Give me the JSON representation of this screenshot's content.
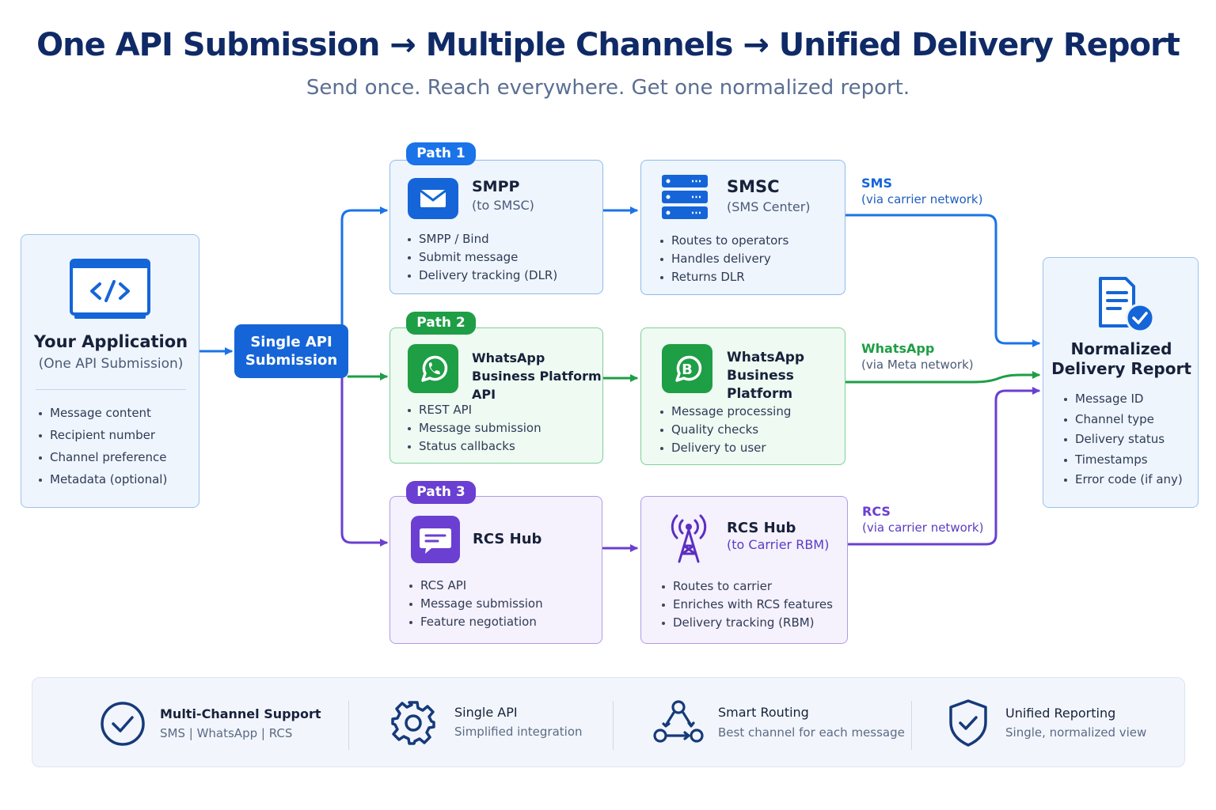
{
  "title": "One API Submission → Multiple Channels → Unified Delivery Report",
  "subtitle": "Send once. Reach everywhere. Get one normalized report.",
  "app": {
    "title": "Your Application",
    "subtitle": "(One API Submission)",
    "items": [
      "Message content",
      "Recipient number",
      "Channel preference",
      "Metadata (optional)"
    ],
    "icon": "code-monitor-icon"
  },
  "single_api": "Single API\nSubmission",
  "paths": [
    {
      "label": "Path 1",
      "color": "#1a73e8",
      "api": {
        "title": "SMPP",
        "subtitle": "(to SMSC)",
        "items": [
          "SMPP / Bind",
          "Submit message",
          "Delivery tracking (DLR)"
        ],
        "icon": "envelope-icon"
      },
      "center": {
        "title": "SMSC",
        "subtitle": "(SMS Center)",
        "items": [
          "Routes to operators",
          "Handles delivery",
          "Returns DLR"
        ],
        "icon": "server-icon"
      },
      "channel": {
        "name": "SMS",
        "via": "(via carrier network)"
      }
    },
    {
      "label": "Path 2",
      "color": "#1e9e45",
      "api": {
        "title": "WhatsApp\nBusiness Platform API",
        "items": [
          "REST API",
          "Message submission",
          "Status callbacks"
        ],
        "icon": "whatsapp-icon"
      },
      "center": {
        "title": "WhatsApp\nBusiness Platform",
        "items": [
          "Message processing",
          "Quality checks",
          "Delivery to user"
        ],
        "icon": "whatsapp-business-icon"
      },
      "channel": {
        "name": "WhatsApp",
        "via": "(via Meta network)"
      }
    },
    {
      "label": "Path 3",
      "color": "#6a3fd1",
      "api": {
        "title": "RCS Hub",
        "items": [
          "RCS API",
          "Message submission",
          "Feature negotiation"
        ],
        "icon": "chat-bubble-icon"
      },
      "center": {
        "title": "RCS Hub",
        "subtitle": "(to Carrier RBM)",
        "items": [
          "Routes to carrier",
          "Enriches with RCS features",
          "Delivery tracking (RBM)"
        ],
        "icon": "antenna-tower-icon"
      },
      "channel": {
        "name": "RCS",
        "via": "(via carrier network)"
      }
    }
  ],
  "report": {
    "title": "Normalized\nDelivery Report",
    "items": [
      "Message ID",
      "Channel type",
      "Delivery status",
      "Timestamps",
      "Error code (if any)"
    ],
    "icon": "document-check-icon"
  },
  "features": [
    {
      "title": "Multi-Channel Support",
      "sub": "SMS | WhatsApp | RCS",
      "icon": "check-circle-icon"
    },
    {
      "title": "Single API",
      "sub": "Simplified integration",
      "icon": "gear-icon"
    },
    {
      "title": "Smart Routing",
      "sub": "Best channel for each message",
      "icon": "routing-nodes-icon"
    },
    {
      "title": "Unified Reporting",
      "sub": "Single, normalized view",
      "icon": "shield-check-icon"
    }
  ]
}
